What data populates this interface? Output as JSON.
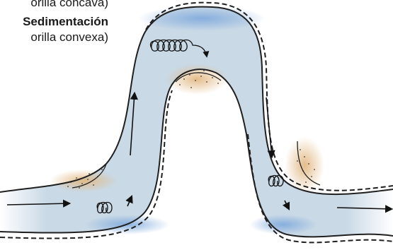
{
  "labels": {
    "erosion_detail": "orilla cóncava)",
    "sedimentation_title": "Sedimentación",
    "sedimentation_detail": "orilla convexa)"
  },
  "colors": {
    "water": "#c9d9e6",
    "erosion_zone": "#8fb6e0",
    "deposit_zone": "#e1bf8c",
    "outline": "#1f1f1f",
    "flow_arrow": "#111111"
  },
  "icons": {
    "flow_arrow": "arrow-icon",
    "eddy": "spiral-icon"
  }
}
